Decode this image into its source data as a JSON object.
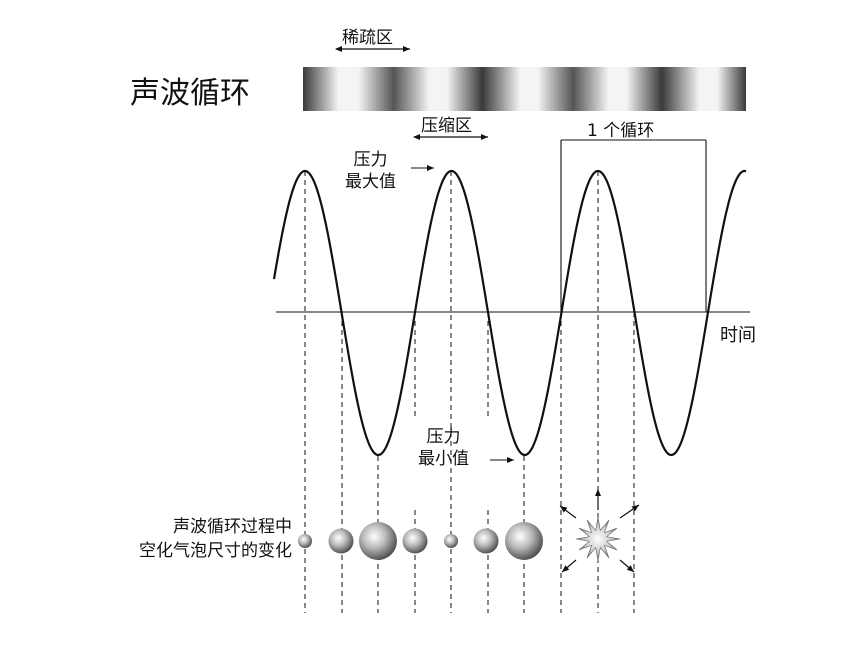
{
  "labels": {
    "title": "声波循环",
    "rarefaction": "稀疏区",
    "compression": "压缩区",
    "one_cycle": "1 个循环",
    "pressure_max_line1": "压力",
    "pressure_max_line2": "最大值",
    "pressure_min_line1": "压力",
    "pressure_min_line2": "最小值",
    "time_axis": "时间",
    "bubble_caption_line1": "声波循环过程中",
    "bubble_caption_line2": "空化气泡尺寸的变化"
  },
  "bubble_sizes": [
    "small",
    "medium",
    "large",
    "medium",
    "small",
    "medium",
    "large",
    "collapse"
  ]
}
